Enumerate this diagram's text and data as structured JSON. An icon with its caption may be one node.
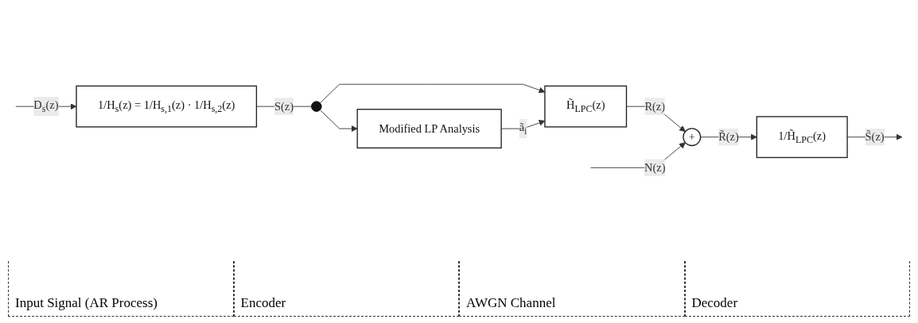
{
  "diagram": {
    "nodes": [
      {
        "text": [
          "1/H$_{s}$(z) = 1/H$_{s,1}$(z) · 1/H$_{s,2}$(z)"
        ]
      },
      {
        "text": [
          "Modified LP Analysis"
        ]
      },
      {
        "text": [
          "H̃$_{LPC}$(z)"
        ]
      },
      {
        "text": [
          "+"
        ]
      },
      {
        "text": [
          "1/H̃$_{LPC}$(z)"
        ]
      },
      {
        "text": [],
        "shape": "circle"
      }
    ],
    "edges": [
      {
        "from": null,
        "to": 0,
        "arrow": "to",
        "label": "D$_{s}$(z)"
      },
      {
        "from": 0,
        "to": 5,
        "arrow": "none",
        "label": "S(z)"
      },
      {
        "from": 5,
        "to": 1,
        "arrow": "to"
      },
      {
        "from": 5,
        "to": 2,
        "arrow": "to"
      },
      {
        "from": 1,
        "to": 2,
        "arrow": "to",
        "label": "ã$_{i}$"
      },
      {
        "from": 2,
        "to": 3,
        "arrow": "to",
        "label": "R(z)"
      },
      {
        "from": null,
        "to": 3,
        "arrow": "to",
        "label": "N(z)"
      },
      {
        "from": 3,
        "to": 4,
        "arrow": "to",
        "label": "R̃(z)"
      },
      {
        "from": 4,
        "to": null,
        "arrow": "to",
        "label": "S̃(z)"
      }
    ],
    "labels": [
      "Input Signal (AR Process)",
      "Encoder",
      "AWGN Channel",
      "Decoder"
    ]
  }
}
